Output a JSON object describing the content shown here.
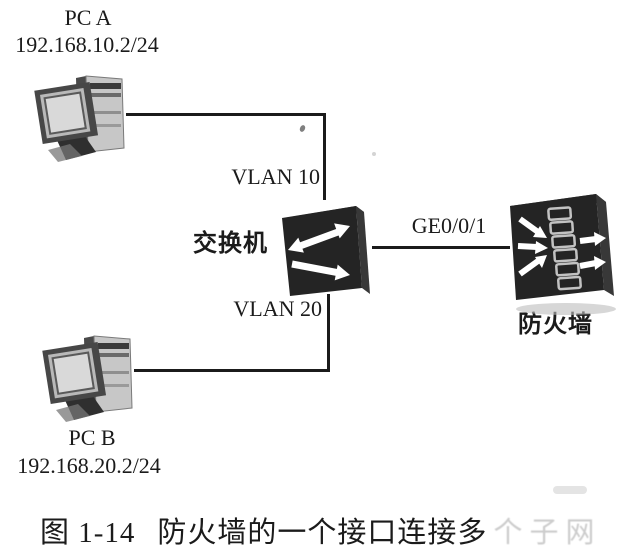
{
  "figure": {
    "caption": {
      "label": "图 1-14",
      "title": "防火墙的一个接口连接多",
      "faded_tail": "个子网"
    }
  },
  "nodes": {
    "pc_a": {
      "name": "PC A",
      "ip": "192.168.10.2/24",
      "icon": "desktop-pc-icon"
    },
    "pc_b": {
      "name": "PC B",
      "ip": "192.168.20.2/24",
      "icon": "desktop-pc-icon"
    },
    "switch": {
      "name": "交换机",
      "icon": "lan-switch-icon"
    },
    "firewall": {
      "name": "防火墙",
      "icon": "firewall-icon"
    }
  },
  "labels": {
    "vlan10": "VLAN 10",
    "vlan20": "VLAN 20",
    "uplink_port": "GE0/0/1"
  },
  "colors": {
    "ink": "#1b1b1b",
    "device_body": "#262626",
    "device_side": "#3a3a3a",
    "paper": "#ffffff"
  }
}
